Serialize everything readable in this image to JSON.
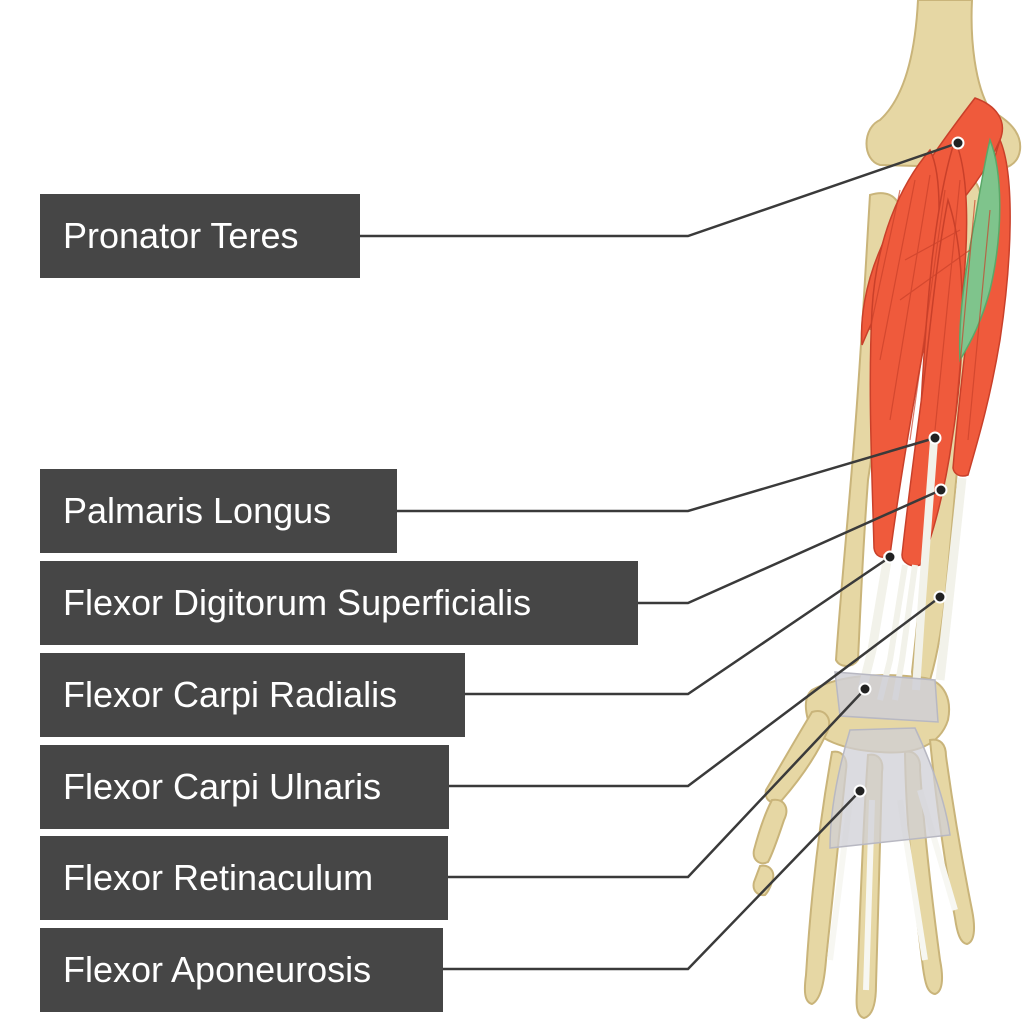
{
  "labels": [
    "Pronator Teres",
    "Palmaris Longus",
    "Flexor Digitorum Superficialis",
    "Flexor Carpi Radialis",
    "Flexor Carpi Ulnaris",
    "Flexor Retinaculum",
    "Flexor Aponeurosis"
  ],
  "colors": {
    "label_background": "#464646",
    "label_text": "#ffffff",
    "leader_line": "#3a3a3a",
    "bone": "#e6d7a4",
    "bone_outline": "#c9b47a",
    "muscle": "#ef5a3c",
    "muscle_fiber": "#c9402a",
    "highlight_muscle": "#7fc48c",
    "tendon": "#f2f2ea",
    "retinaculum": "#cfcfd6"
  },
  "icons": {
    "pointer_dot": "filled-circle"
  }
}
